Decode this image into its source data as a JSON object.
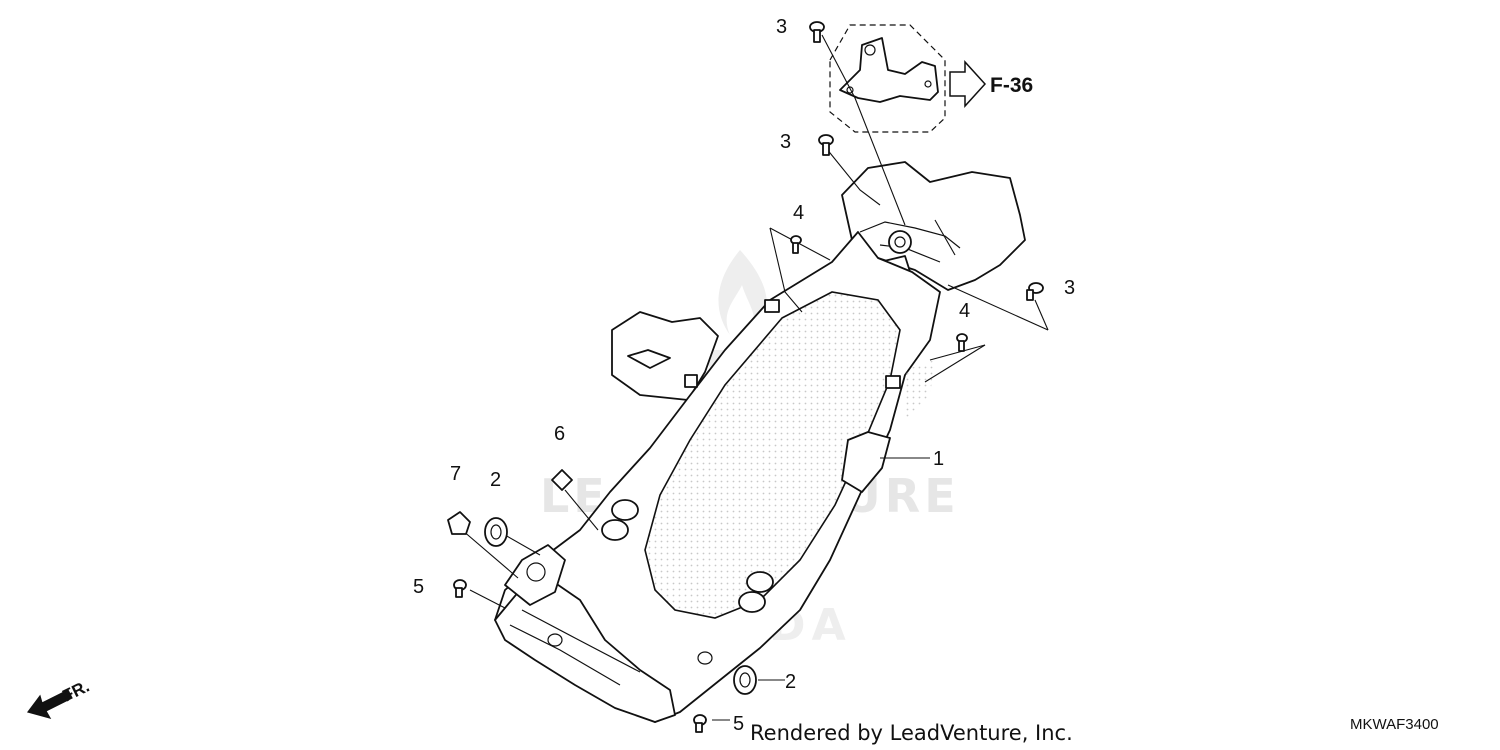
{
  "diagram": {
    "watermark": {
      "text": "LEADVENTURE",
      "brand": "HONDA"
    },
    "callouts": {
      "c1": "1",
      "c2a": "2",
      "c2b": "2",
      "c3a": "3",
      "c3b": "3",
      "c3c": "3",
      "c4a": "4",
      "c4b": "4",
      "c5a": "5",
      "c5b": "5",
      "c6": "6",
      "c7": "7"
    },
    "reference": "F-36",
    "direction": "FR.",
    "credit": "Rendered by LeadVenture, Inc.",
    "code": "MKWAF3400"
  }
}
